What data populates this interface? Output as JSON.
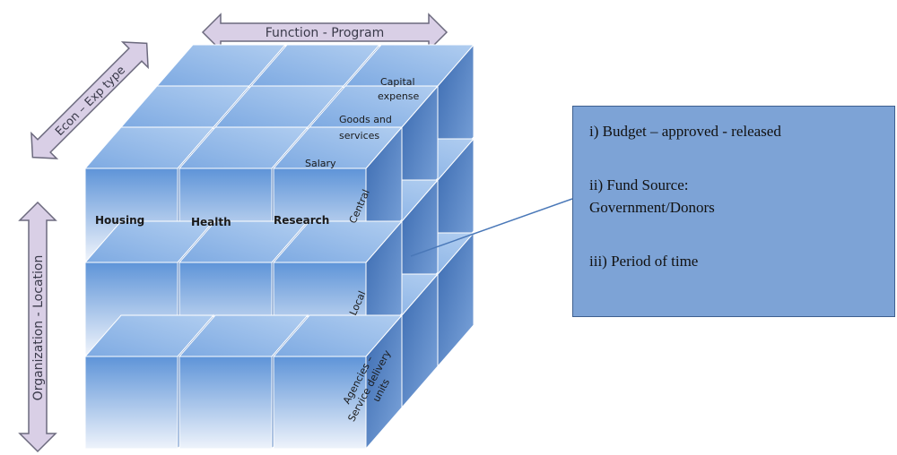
{
  "axes": {
    "function": "Function - Program",
    "econ": "Econ – Exp type",
    "organization": "Organization - Location"
  },
  "front_labels": [
    "Housing",
    "Health",
    "Research"
  ],
  "side_labels": [
    "Central",
    "Local",
    "Agencies – Service delivery units"
  ],
  "depth_labels": [
    "Salary",
    "Goods and services",
    "Capital expense"
  ],
  "info": {
    "line1": "i) Budget – approved - released",
    "line2": "ii) Fund Source:",
    "line3": "Government/Donors",
    "line4": "iii) Period of time"
  },
  "colors": {
    "arrow_fill": "#d9cfe6",
    "arrow_stroke": "#6c6a7e",
    "cube_top": "#8fb6e8",
    "cube_front_top": "#5e94d8",
    "cube_front_bottom": "#eaf1fb",
    "cube_side": "#3f6fb4",
    "info_box": "#7da3d6",
    "callout_line": "#4a78b8"
  }
}
